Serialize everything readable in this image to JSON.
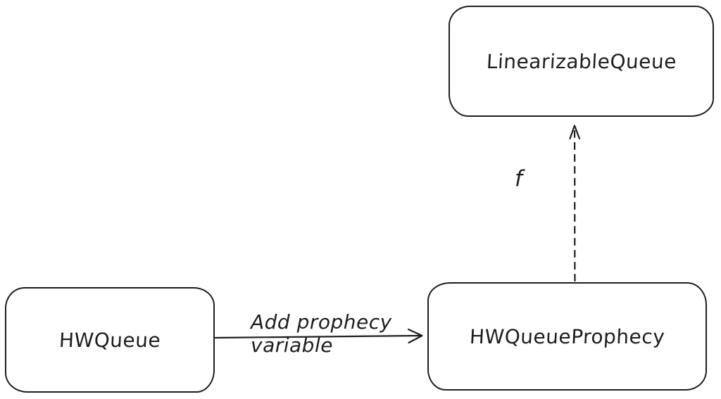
{
  "diagram": {
    "background_color": "#ffffff",
    "stroke_color": "#1e1e1e",
    "nodes": [
      {
        "id": "linearizable-queue",
        "label": "LinearizableQueue"
      },
      {
        "id": "hw-queue",
        "label": "HWQueue"
      },
      {
        "id": "hw-queue-prophecy",
        "label": "HWQueueProphecy"
      }
    ],
    "edges": [
      {
        "id": "add-prophecy-variable",
        "from": "hw-queue",
        "to": "hw-queue-prophecy",
        "style": "solid",
        "label": "Add prophecy\nvariable"
      },
      {
        "id": "refinement-f",
        "from": "hw-queue-prophecy",
        "to": "linearizable-queue",
        "style": "dashed",
        "label": "f"
      }
    ]
  }
}
